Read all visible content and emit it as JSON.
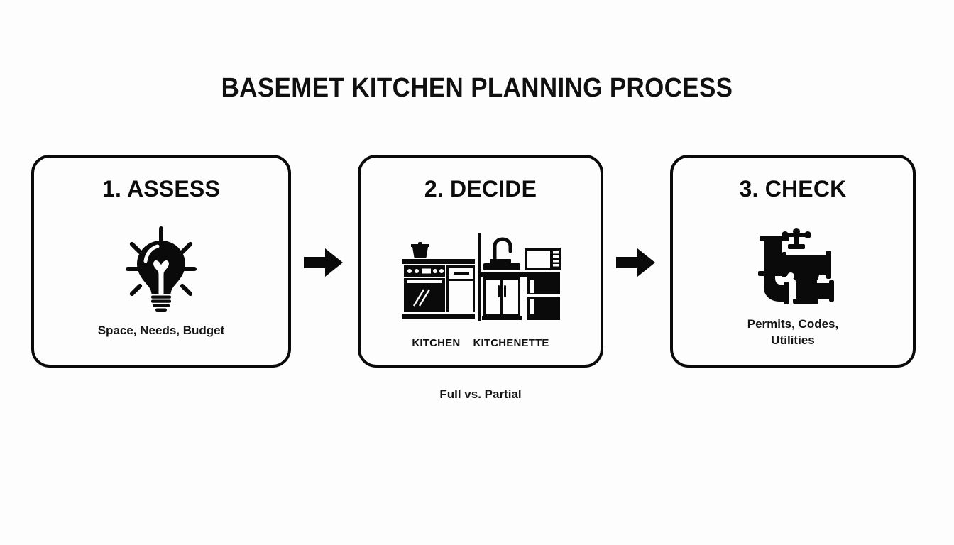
{
  "page": {
    "title": "BASEMET KITCHEN PLANNING PROCESS",
    "background_color": "#fdfdfd",
    "ink_color": "#0a0a0a"
  },
  "diagram": {
    "type": "process-flow",
    "orientation": "horizontal",
    "step_count": 3,
    "steps": [
      {
        "heading": "1. ASSESS",
        "icon": "lightbulb-icon",
        "caption": "Space, Needs, Budget"
      },
      {
        "heading": "2. DECIDE",
        "icon": "kitchen-comparison-icon",
        "labels": {
          "left": "KITCHEN",
          "right": "KITCHENETTE"
        },
        "sub_caption": "Full vs. Partial"
      },
      {
        "heading": "3. CHECK",
        "icon": "plumbing-valve-icon",
        "caption_line_1": "Permits, Codes,",
        "caption_line_2": "Utilities"
      }
    ],
    "connectors": [
      {
        "name": "arrow-1",
        "icon": "arrow-right-icon"
      },
      {
        "name": "arrow-2",
        "icon": "arrow-right-icon"
      }
    ]
  }
}
